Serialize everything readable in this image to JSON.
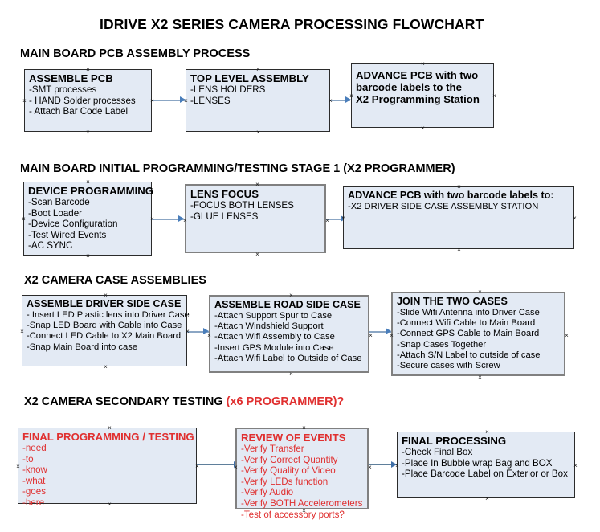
{
  "document": {
    "title": "IDRIVE X2  SERIES CAMERA PROCESSING FLOWCHART"
  },
  "sections": [
    {
      "id": "main-board-pcb-assembly",
      "heading": "MAIN BOARD PCB ASSEMBLY PROCESS",
      "heading_accent": ""
    },
    {
      "id": "main-board-initial-programming",
      "heading": "MAIN BOARD INITIAL PROGRAMMING/TESTING STAGE 1 (X2 PROGRAMMER)",
      "heading_accent": ""
    },
    {
      "id": "x2-camera-case-assemblies",
      "heading": "X2 CAMERA CASE ASSEMBLIES",
      "heading_accent": ""
    },
    {
      "id": "x2-camera-secondary-testing",
      "heading": "X2 CAMERA SECONDARY TESTING ",
      "heading_accent": "(x6 PROGRAMMER)?"
    }
  ],
  "nodes": {
    "assemble_pcb": {
      "title": "ASSEMBLE PCB",
      "items": [
        "-SMT processes",
        "- HAND Solder processes",
        "- Attach Bar Code Label"
      ]
    },
    "top_level_assembly": {
      "title": "TOP LEVEL ASSEMBLY",
      "items": [
        "-LENS HOLDERS",
        "-LENSES"
      ]
    },
    "advance_pcb_station": {
      "title": "ADVANCE PCB with two",
      "title_line2": "barcode labels to the",
      "title_line3": " X2 Programming Station",
      "items": []
    },
    "device_programming": {
      "title": "DEVICE PROGRAMMING",
      "items": [
        "-Scan Barcode",
        "-Boot Loader",
        "-Device Configuration",
        "-Test Wired Events",
        "-AC SYNC"
      ]
    },
    "lens_focus": {
      "title": "LENS FOCUS",
      "items": [
        "-FOCUS BOTH LENSES",
        "-GLUE LENSES"
      ]
    },
    "advance_pcb_driver_side": {
      "title": "ADVANCE PCB with two barcode labels to:",
      "items": [
        "-X2 DRIVER  SIDE  CASE  ASSEMBLY STATION"
      ]
    },
    "assemble_driver_side_case": {
      "title": "ASSEMBLE DRIVER SIDE CASE",
      "items": [
        "- Insert LED Plastic lens into Driver Case",
        "-Snap LED Board with Cable into Case",
        "-Connect LED Cable to X2 Main Board",
        "-Snap Main Board into case"
      ]
    },
    "assemble_road_side_case": {
      "title": "ASSEMBLE ROAD SIDE CASE",
      "items": [
        "-Attach Support Spur to Case",
        "-Attach Windshield Support",
        "-Attach Wifi Assembly to Case",
        "-Insert GPS Module into Case",
        "-Attach Wifi Label to Outside of Case"
      ]
    },
    "join_the_two_cases": {
      "title": "JOIN THE TWO CASES",
      "items": [
        "-Slide Wifi Antenna into Driver Case",
        "-Connect Wifi Cable to Main Board",
        "-Connect GPS Cable to Main Board",
        "-Snap Cases Together",
        "-Attach S/N Label to outside of case",
        "-Secure cases with Screw"
      ]
    },
    "final_programming_testing": {
      "title": "FINAL PROGRAMMING / TESTING",
      "items": [
        "-need",
        "-to",
        "-know",
        "-what",
        "-goes",
        "-here"
      ]
    },
    "review_of_events": {
      "title": "REVIEW OF EVENTS",
      "items": [
        "-Verify Transfer",
        "-Verify Correct Quantity",
        "-Verify Quality of Video",
        "-Verify LEDs function",
        "-Verify Audio",
        "-Verify BOTH Accelerometers",
        "-Test of accessory ports?"
      ]
    },
    "final_processing": {
      "title": "FINAL PROCESSING",
      "items": [
        "-Check Final Box",
        "-Place In Bubble wrap Bag and BOX",
        "-Place Barcode Label on Exterior or Box"
      ]
    }
  },
  "colors": {
    "node_fill": "#e3eaf4",
    "node_border": "#2b2b2b",
    "node_border_thick": "#808080",
    "accent_red": "#e03030",
    "connector": "#8ba6c4",
    "arrow": "#4a7ebb"
  }
}
